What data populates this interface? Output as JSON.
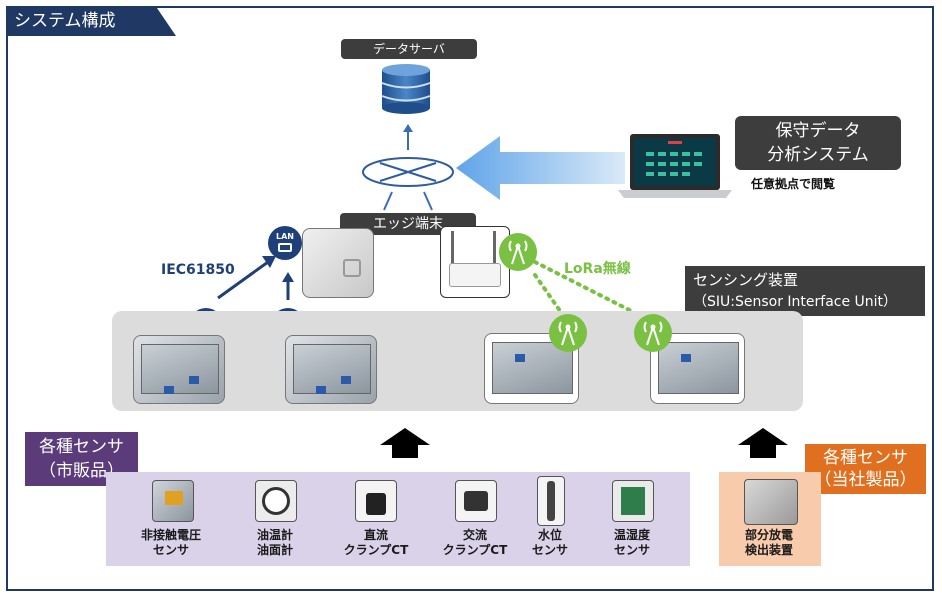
{
  "title": "システム構成",
  "server_label": "データサーバ",
  "edge_label": "エッジ端末",
  "protocol_label": "IEC61850",
  "lan_label": "LAN",
  "lora_label": "LoRa無線",
  "analysis": {
    "line1": "保守データ",
    "line2": "分析システム",
    "note": "任意拠点で閲覧"
  },
  "siu": {
    "line1": "センシング装置",
    "line2": "（SIU:Sensor Interface Unit）"
  },
  "commercial": {
    "line1": "各種センサ",
    "line2": "（市販品）"
  },
  "own": {
    "line1": "各種センサ",
    "line2": "（当社製品）"
  },
  "sensors": [
    {
      "line1": "非接触電圧",
      "line2": "センサ"
    },
    {
      "line1": "油温計",
      "line2": "油面計"
    },
    {
      "line1": "直流",
      "line2": "クランプCT"
    },
    {
      "line1": "交流",
      "line2": "クランプCT"
    },
    {
      "line1": "水位",
      "line2": "センサ"
    },
    {
      "line1": "温湿度",
      "line2": "センサ"
    }
  ],
  "own_sensor": {
    "line1": "部分放電",
    "line2": "検出装置"
  },
  "colors": {
    "frame": "#1f3864",
    "commercial_bg": "#d9d2e9",
    "own_bg": "#f8cbad",
    "orange": "#e07020",
    "purple": "#5b3b7a",
    "lora": "#7ac143"
  }
}
